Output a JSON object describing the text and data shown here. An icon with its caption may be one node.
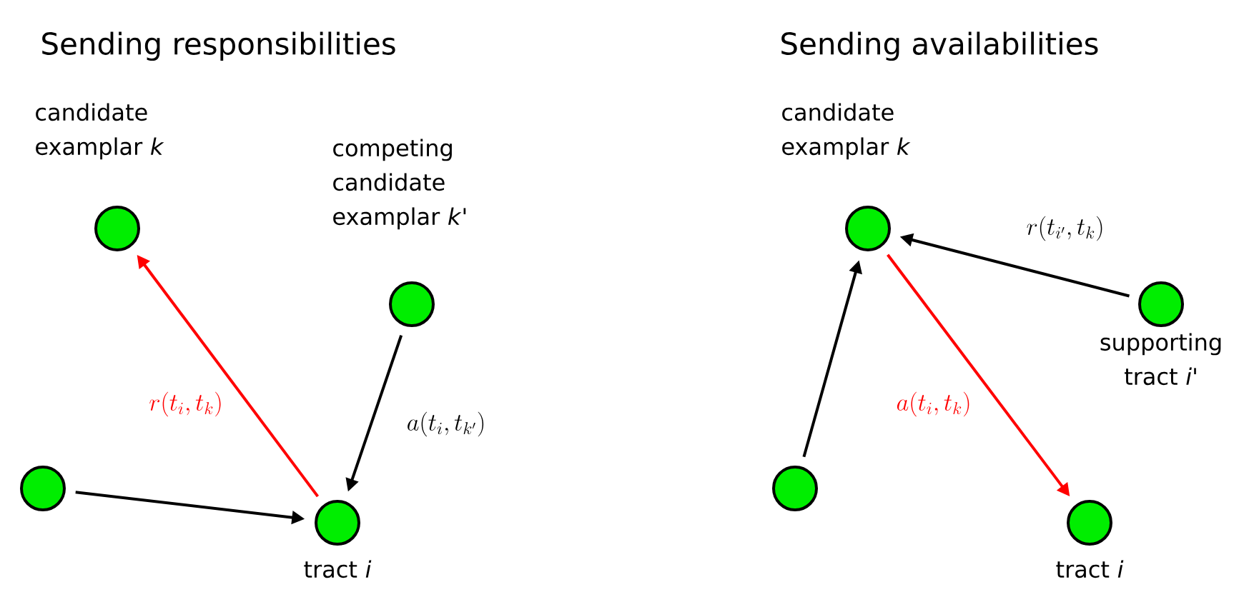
{
  "diagram": {
    "nodes": [
      {
        "text": [
          "candidate examplar *k*"
        ]
      },
      {
        "text": [
          "competing candidate examplar *k*'"
        ]
      },
      {
        "text": [],
        "shape": "circle"
      },
      {
        "text": [
          "tract *i*"
        ]
      },
      {
        "text": [
          "candidate examplar *k*"
        ]
      },
      {
        "text": [
          "supporting tract *i*'"
        ]
      },
      {
        "text": [],
        "shape": "circle"
      },
      {
        "text": [
          "tract *i*"
        ]
      }
    ],
    "edges": [
      {
        "from": 3,
        "to": 0,
        "arrow": "to",
        "color": "#ff0000",
        "label": "r(t_i,t_k)"
      },
      {
        "from": 1,
        "to": 3,
        "arrow": "to",
        "label": "a(t_i,t_{k'})"
      },
      {
        "from": 2,
        "to": 3,
        "arrow": "to"
      },
      {
        "from": 6,
        "to": 4,
        "arrow": "to"
      },
      {
        "from": 5,
        "to": 4,
        "arrow": "to",
        "label": "r(t_{i'},t_k)"
      },
      {
        "from": 4,
        "to": 7,
        "arrow": "to",
        "color": "#ff0000",
        "label": "a(t_i,t_k)"
      }
    ],
    "labels": [
      "Sending responsibilities",
      "Sending availabilities"
    ]
  }
}
